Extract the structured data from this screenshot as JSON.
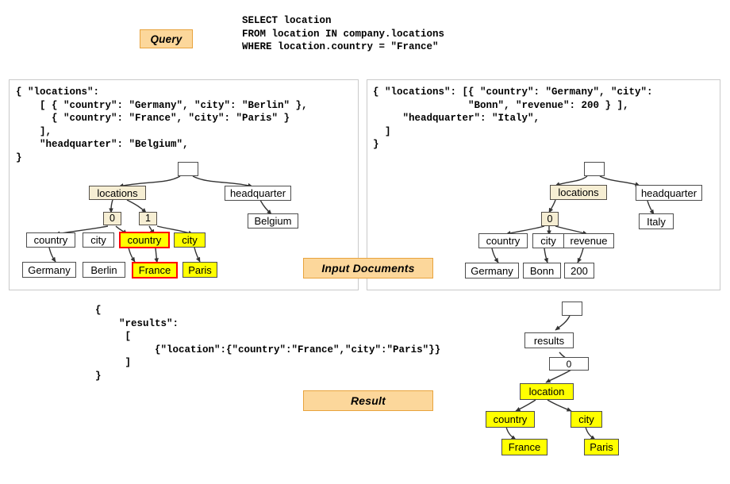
{
  "query": {
    "badge": "Query",
    "text": "SELECT location\nFROM location IN company.locations\nWHERE location.country = \"France\""
  },
  "input_documents": {
    "badge": "Input Documents",
    "left_doc": {
      "code": "{ \"locations\":\n    [ { \"country\": \"Germany\", \"city\": \"Berlin\" },\n      { \"country\": \"France\", \"city\": \"Paris\" }\n    ],\n    \"headquarter\": \"Belgium\",\n}"
    },
    "right_doc": {
      "code": "{ \"locations\": [{ \"country\": \"Germany\", \"city\":\n                \"Bonn\", \"revenue\": 200 } ],\n     \"headquarter\": \"Italy\",\n  ]\n}"
    }
  },
  "result": {
    "badge": "Result",
    "code": "{\n    \"results\":\n     [\n          {\"location\":{\"country\":\"France\",\"city\":\"Paris\"}}\n     ]\n}"
  },
  "trees": {
    "left": {
      "nodes": [
        {
          "id": "root",
          "label": "",
          "kind": "root"
        },
        {
          "id": "loc",
          "label": "locations",
          "kind": "key"
        },
        {
          "id": "hq",
          "label": "headquarter",
          "kind": "plain"
        },
        {
          "id": "belgium",
          "label": "Belgium",
          "kind": "plain"
        },
        {
          "id": "i0",
          "label": "0",
          "kind": "idx"
        },
        {
          "id": "i1",
          "label": "1",
          "kind": "idx"
        },
        {
          "id": "c0",
          "label": "country",
          "kind": "plain"
        },
        {
          "id": "ct0",
          "label": "city",
          "kind": "plain"
        },
        {
          "id": "c1",
          "label": "country",
          "kind": "hlred"
        },
        {
          "id": "ct1",
          "label": "city",
          "kind": "hl"
        },
        {
          "id": "germany",
          "label": "Germany",
          "kind": "plain"
        },
        {
          "id": "berlin",
          "label": "Berlin",
          "kind": "plain"
        },
        {
          "id": "france",
          "label": "France",
          "kind": "hlred"
        },
        {
          "id": "paris",
          "label": "Paris",
          "kind": "hl"
        }
      ]
    },
    "right": {
      "nodes": [
        {
          "id": "rroot",
          "label": "",
          "kind": "root"
        },
        {
          "id": "rloc",
          "label": "locations",
          "kind": "key"
        },
        {
          "id": "rhq",
          "label": "headquarter",
          "kind": "plain"
        },
        {
          "id": "italy",
          "label": "Italy",
          "kind": "plain"
        },
        {
          "id": "ri0",
          "label": "0",
          "kind": "idx"
        },
        {
          "id": "rc",
          "label": "country",
          "kind": "plain"
        },
        {
          "id": "rct",
          "label": "city",
          "kind": "plain"
        },
        {
          "id": "rrev",
          "label": "revenue",
          "kind": "plain"
        },
        {
          "id": "rgermany",
          "label": "Germany",
          "kind": "plain"
        },
        {
          "id": "rbonn",
          "label": "Bonn",
          "kind": "plain"
        },
        {
          "id": "r200",
          "label": "200",
          "kind": "plain"
        }
      ]
    },
    "result": {
      "nodes": [
        {
          "id": "sroot",
          "label": "",
          "kind": "root"
        },
        {
          "id": "sresults",
          "label": "results",
          "kind": "plain"
        },
        {
          "id": "sidx",
          "label": "0",
          "kind": "root"
        },
        {
          "id": "slocation",
          "label": "location",
          "kind": "hl"
        },
        {
          "id": "scountry",
          "label": "country",
          "kind": "hl"
        },
        {
          "id": "scity",
          "label": "city",
          "kind": "hl"
        },
        {
          "id": "sfrance",
          "label": "France",
          "kind": "hl"
        },
        {
          "id": "sparis",
          "label": "Paris",
          "kind": "hl"
        }
      ]
    }
  },
  "colors": {
    "highlight": "#ffff00",
    "highlight_border": "#ff0000",
    "key_fill": "#f6eed3",
    "badge_fill": "#fcd79b",
    "badge_border": "#e8a33d",
    "panel_border": "#c9c9c9",
    "node_border": "#4d4d4d"
  }
}
